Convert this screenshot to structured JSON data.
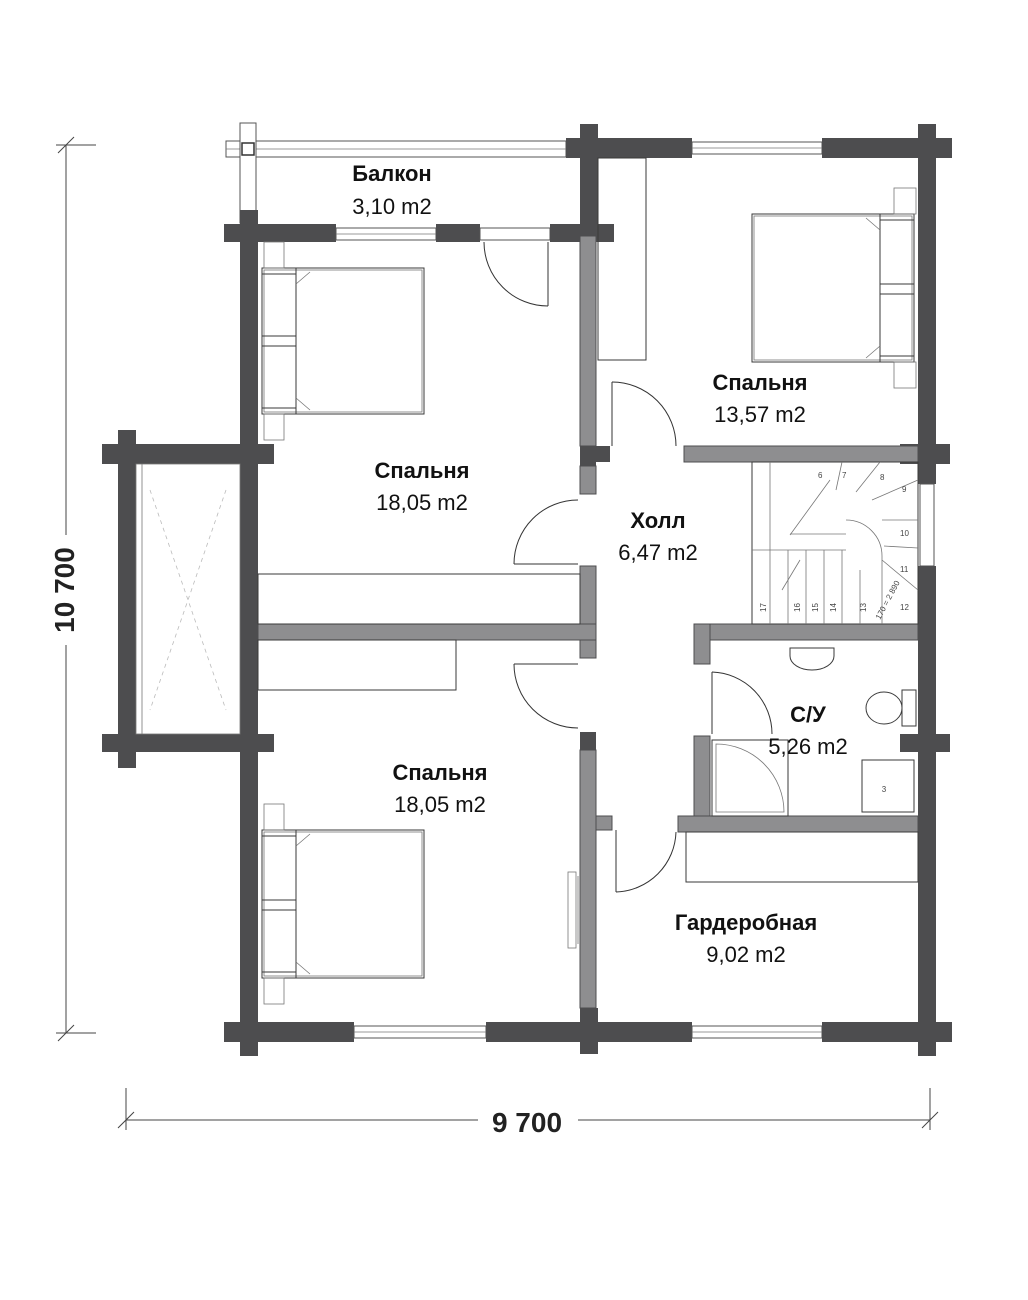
{
  "rooms": {
    "balcony": {
      "name": "Балкон",
      "area": "3,10 m2"
    },
    "bedroom_ne": {
      "name": "Спальня",
      "area": "13,57 m2"
    },
    "bedroom_nw": {
      "name": "Спальня",
      "area": "18,05 m2"
    },
    "hall": {
      "name": "Холл",
      "area": "6,47 m2"
    },
    "bathroom": {
      "name": "С/У",
      "area": "5,26 m2"
    },
    "bedroom_sw": {
      "name": "Спальня",
      "area": "18,05 m2"
    },
    "wardrobe": {
      "name": "Гардеробная",
      "area": "9,02 m2"
    }
  },
  "dimensions": {
    "width": "9 700",
    "height": "10 700"
  },
  "stairs": {
    "steps": [
      "6",
      "7",
      "8",
      "9",
      "10",
      "11",
      "12",
      "13",
      "14",
      "15",
      "16",
      "17"
    ],
    "note": "170 = 2 890"
  },
  "fixture_label": "3"
}
